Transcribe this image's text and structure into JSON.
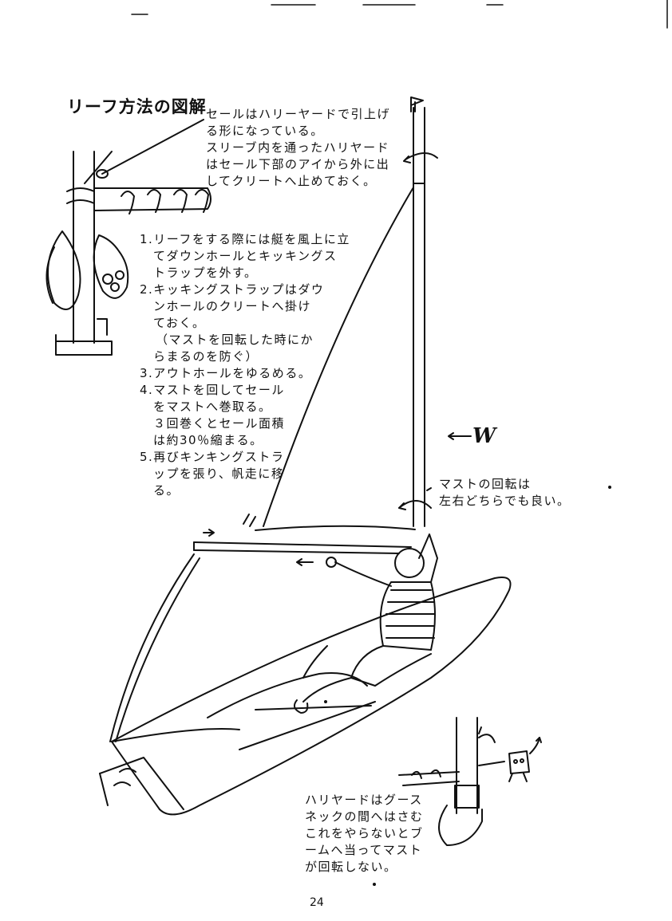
{
  "title": "リーフ方法の図解",
  "note_halyard": [
    "セールはハリーヤードで引上げ",
    "る形になっている。",
    "スリーブ内を通ったハリヤード",
    "はセール下部のアイから外に出",
    "してクリートへ止めておく。"
  ],
  "steps": [
    "1.リーフをする際には艇を風上に立",
    "てダウンホールとキッキングス",
    "トラップを外す。",
    "2.キッキングストラップはダウ",
    "ンホールのクリートへ掛け",
    "ておく。",
    "（マストを回転した時にか",
    "らまるのを防ぐ）",
    "3.アウトホールをゆるめる。",
    "4.マストを回してセール",
    "をマストへ巻取る。",
    "３回巻くとセール面積",
    "は約30％縮まる。",
    "5.再びキンキングストラ",
    "ップを張り、帆走に移",
    "る。"
  ],
  "wind_label": "W",
  "mast_note": [
    "マストの回転は",
    "左右どちらでも良い。"
  ],
  "gooseneck_note": [
    "ハリヤードはグース",
    "ネックの間へはさむ",
    "これをやらないとブ",
    "ームへ当ってマスト",
    "が回転しない。"
  ],
  "page_number": "24"
}
